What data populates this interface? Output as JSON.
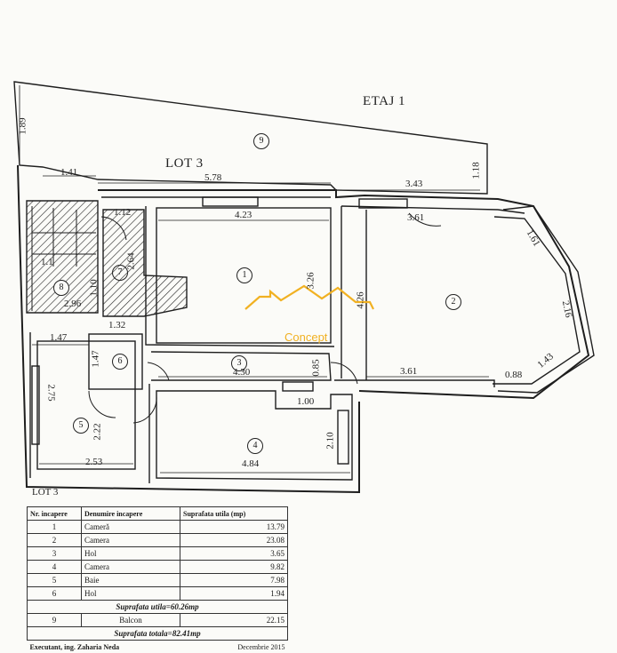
{
  "title": "ETAJ 1",
  "lot_labels": [
    "LOT 3",
    "LOT 3"
  ],
  "dimensions": {
    "d1": "1.89",
    "d2": "1.41",
    "d3": "5.78",
    "d4": "3.43",
    "d5": "1.18",
    "d6": "1.12",
    "d7": "4.23",
    "d8": "3.61",
    "d9": "1.61",
    "d10": "2.64",
    "d11": "1.1",
    "d12": "1.10",
    "d13": "2.96",
    "d14": "3.26",
    "d15": "4.26",
    "d16": "2.16",
    "d17": "1.32",
    "d18": "1.47",
    "d19": "1.47",
    "d20": "4.30",
    "d21": "0.85",
    "d22": "3.61",
    "d23": "0.88",
    "d24": "1.43",
    "d25": "2.75",
    "d26": "1.00",
    "d27": "2.22",
    "d28": "2.10",
    "d29": "2.53",
    "d30": "4.84"
  },
  "room_numbers": [
    "1",
    "2",
    "3",
    "4",
    "5",
    "6",
    "7",
    "8",
    "9"
  ],
  "watermark": {
    "name": "Concept",
    "accent": "#f1b122"
  },
  "table": {
    "headers": [
      "Nr. incapere",
      "Denumire incapere",
      "Suprafata utila (mp)"
    ],
    "rows": [
      {
        "nr": "1",
        "name": "Cameră",
        "area": "13.79"
      },
      {
        "nr": "2",
        "name": "Camera",
        "area": "23.08"
      },
      {
        "nr": "3",
        "name": "Hol",
        "area": "3.65"
      },
      {
        "nr": "4",
        "name": "Camera",
        "area": "9.82"
      },
      {
        "nr": "5",
        "name": "Baie",
        "area": "7.98"
      },
      {
        "nr": "6",
        "name": "Hol",
        "area": "1.94"
      }
    ],
    "subtotal": "Suprafata utila=60.26mp",
    "balcony": {
      "nr": "9",
      "name": "Balcon",
      "area": "22.15"
    },
    "total": "Suprafata totala=82.41mp",
    "author": "Executant, ing. Zaharia Neda",
    "date": "Decembrie 2015"
  }
}
